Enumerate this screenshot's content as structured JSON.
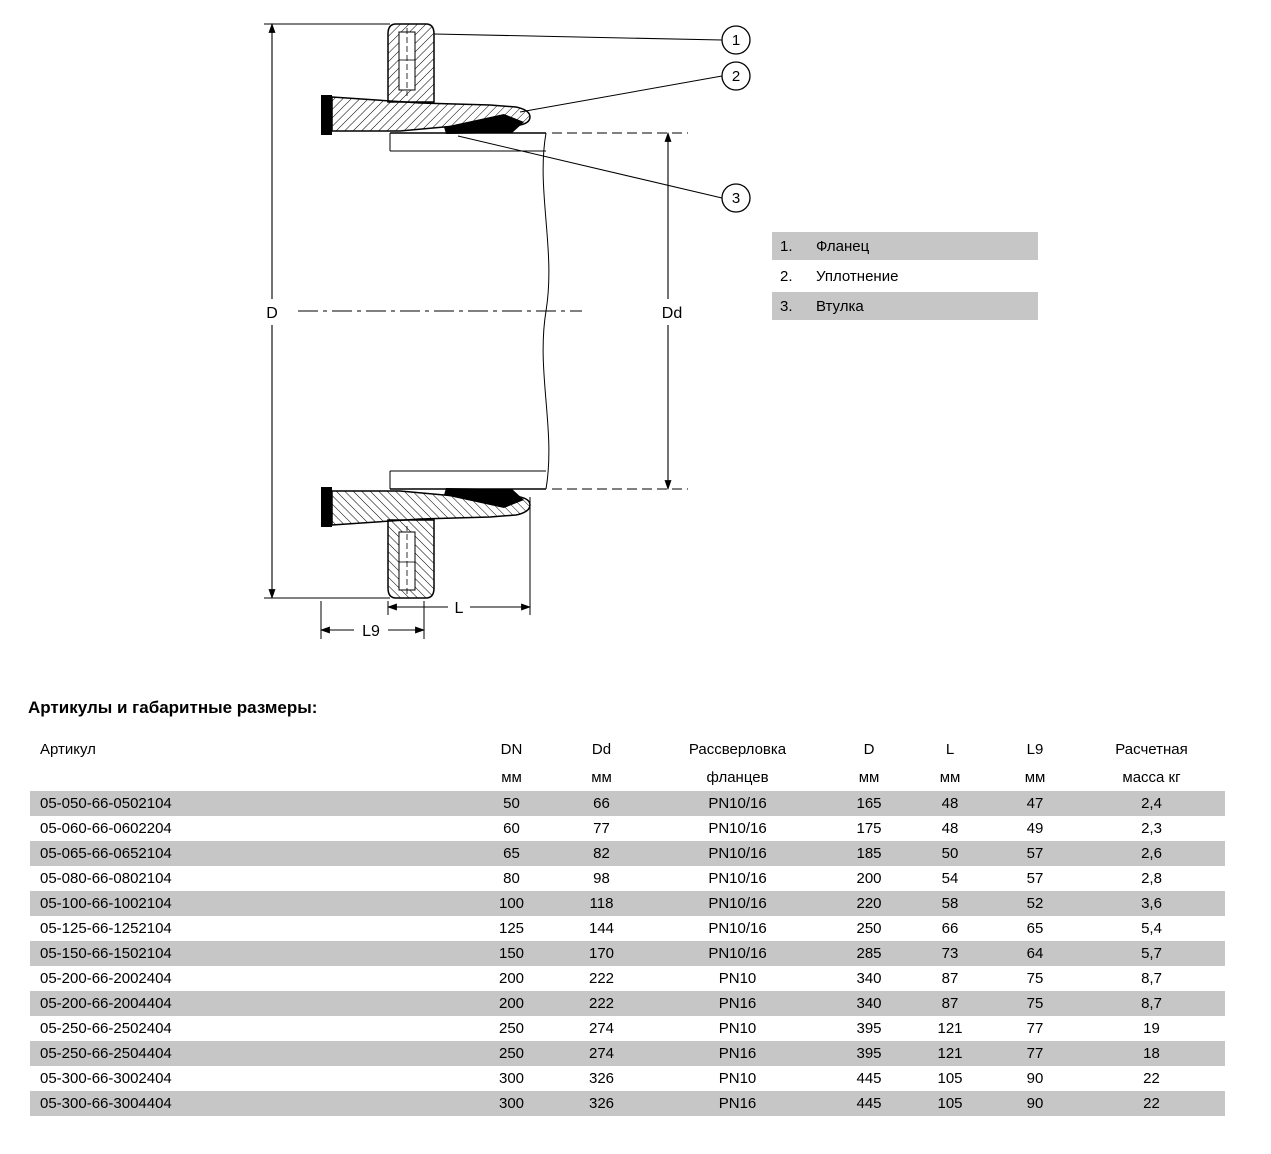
{
  "drawing": {
    "dim_labels": {
      "d": "D",
      "dd": "Dd",
      "l": "L",
      "l9": "L9"
    },
    "callouts": {
      "c1": "1",
      "c2": "2",
      "c3": "3"
    }
  },
  "legend": {
    "items": [
      {
        "num": "1.",
        "label": "Фланец"
      },
      {
        "num": "2.",
        "label": "Уплотнение"
      },
      {
        "num": "3.",
        "label": "Втулка"
      }
    ]
  },
  "section_title": "Артикулы и габаритные размеры:",
  "table": {
    "header_line1": [
      "Артикул",
      "DN",
      "Dd",
      "Рассверловка",
      "D",
      "L",
      "L9",
      "Расчетная"
    ],
    "header_line2": [
      "",
      "мм",
      "мм",
      "фланцев",
      "мм",
      "мм",
      "мм",
      "масса кг"
    ],
    "rows": [
      [
        "05-050-66-0502104",
        "50",
        "66",
        "PN10/16",
        "165",
        "48",
        "47",
        "2,4"
      ],
      [
        "05-060-66-0602204",
        "60",
        "77",
        "PN10/16",
        "175",
        "48",
        "49",
        "2,3"
      ],
      [
        "05-065-66-0652104",
        "65",
        "82",
        "PN10/16",
        "185",
        "50",
        "57",
        "2,6"
      ],
      [
        "05-080-66-0802104",
        "80",
        "98",
        "PN10/16",
        "200",
        "54",
        "57",
        "2,8"
      ],
      [
        "05-100-66-1002104",
        "100",
        "118",
        "PN10/16",
        "220",
        "58",
        "52",
        "3,6"
      ],
      [
        "05-125-66-1252104",
        "125",
        "144",
        "PN10/16",
        "250",
        "66",
        "65",
        "5,4"
      ],
      [
        "05-150-66-1502104",
        "150",
        "170",
        "PN10/16",
        "285",
        "73",
        "64",
        "5,7"
      ],
      [
        "05-200-66-2002404",
        "200",
        "222",
        "PN10",
        "340",
        "87",
        "75",
        "8,7"
      ],
      [
        "05-200-66-2004404",
        "200",
        "222",
        "PN16",
        "340",
        "87",
        "75",
        "8,7"
      ],
      [
        "05-250-66-2502404",
        "250",
        "274",
        "PN10",
        "395",
        "121",
        "77",
        "19"
      ],
      [
        "05-250-66-2504404",
        "250",
        "274",
        "PN16",
        "395",
        "121",
        "77",
        "18"
      ],
      [
        "05-300-66-3002404",
        "300",
        "326",
        "PN10",
        "445",
        "105",
        "90",
        "22"
      ],
      [
        "05-300-66-3004404",
        "300",
        "326",
        "PN16",
        "445",
        "105",
        "90",
        "22"
      ]
    ]
  }
}
